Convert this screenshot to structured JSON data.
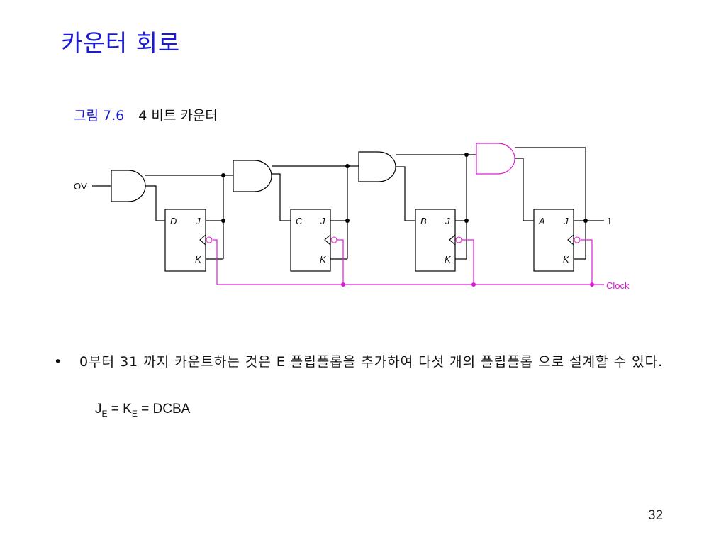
{
  "slide": {
    "title": "카운터 회로",
    "figure_label": "그림 7.6",
    "figure_name": "4 비트 카운터",
    "page_number": "32"
  },
  "circuit": {
    "input_label": "OV",
    "const_label": "1",
    "clock_label": "Clock",
    "flipflops": [
      {
        "name": "D",
        "j": "J",
        "k": "K"
      },
      {
        "name": "C",
        "j": "J",
        "k": "K"
      },
      {
        "name": "B",
        "j": "J",
        "k": "K"
      },
      {
        "name": "A",
        "j": "J",
        "k": "K"
      }
    ],
    "colors": {
      "wire": "#000000",
      "clock": "#e01ad6",
      "title": "#1a1ad6"
    }
  },
  "body": {
    "bullet": "•",
    "text": "0부터 31 까지 카운트하는 것은 E 플립플롭을 추가하여 다섯 개의 플립플롭 으로 설계할 수 있다.",
    "equation": {
      "j": "J",
      "k": "K",
      "sub": "E",
      "rhs": "DCBA"
    }
  }
}
